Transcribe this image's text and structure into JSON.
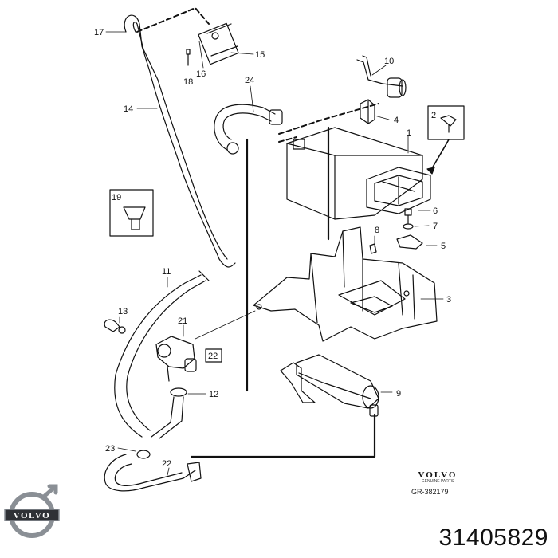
{
  "callouts": [
    {
      "id": "c1",
      "text": "1"
    },
    {
      "id": "c2",
      "text": "2"
    },
    {
      "id": "c3",
      "text": "3"
    },
    {
      "id": "c4",
      "text": "4"
    },
    {
      "id": "c5",
      "text": "5"
    },
    {
      "id": "c6",
      "text": "6"
    },
    {
      "id": "c7",
      "text": "7"
    },
    {
      "id": "c8",
      "text": "8"
    },
    {
      "id": "c9",
      "text": "9"
    },
    {
      "id": "c10",
      "text": "10"
    },
    {
      "id": "c11",
      "text": "11"
    },
    {
      "id": "c12",
      "text": "12"
    },
    {
      "id": "c13",
      "text": "13"
    },
    {
      "id": "c14",
      "text": "14"
    },
    {
      "id": "c15",
      "text": "15"
    },
    {
      "id": "c16",
      "text": "16"
    },
    {
      "id": "c17",
      "text": "17"
    },
    {
      "id": "c18",
      "text": "18"
    },
    {
      "id": "c19",
      "text": "19"
    },
    {
      "id": "c21",
      "text": "21"
    },
    {
      "id": "c22box",
      "text": "22"
    },
    {
      "id": "c22",
      "text": "22"
    },
    {
      "id": "c23",
      "text": "23"
    },
    {
      "id": "c24",
      "text": "24"
    }
  ],
  "brand": {
    "word": "VOLVO",
    "sub": "GENUINE PARTS",
    "ref": "GR-382179"
  },
  "logo": {
    "word": "VOLVO"
  },
  "part_number": "31405829",
  "colors": {
    "ink": "#111111",
    "logo_ring": "#8a8f95",
    "logo_band": "#2f3136"
  }
}
